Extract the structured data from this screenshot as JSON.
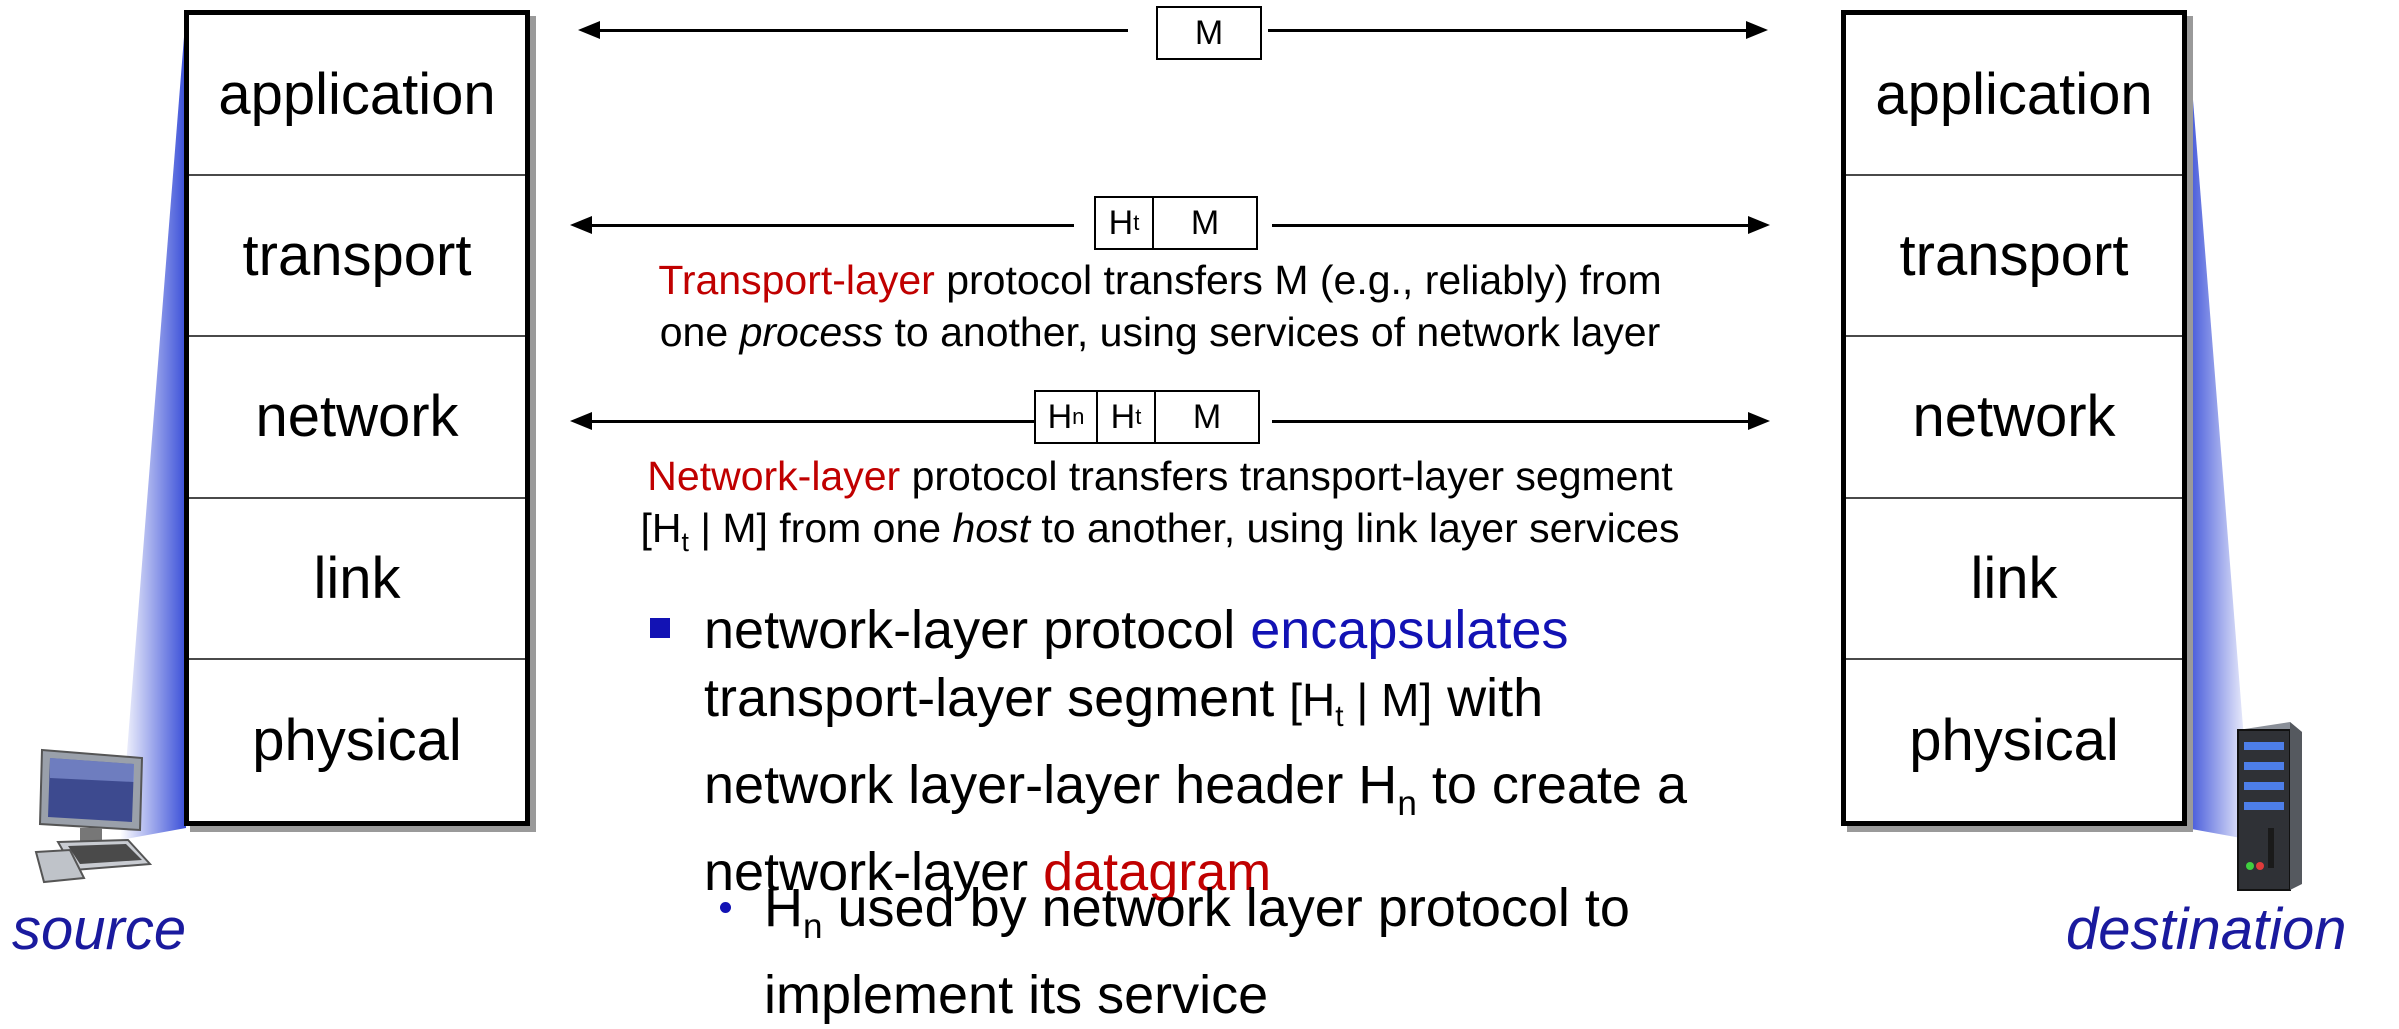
{
  "source_stack": {
    "label": "source",
    "layers": [
      "application",
      "transport",
      "network",
      "link",
      "physical"
    ]
  },
  "destination_stack": {
    "label": "destination",
    "layers": [
      "application",
      "transport",
      "network",
      "link",
      "physical"
    ]
  },
  "packets": {
    "application": {
      "m": "M"
    },
    "transport": {
      "h": "H",
      "h_sub": "t",
      "m": "M"
    },
    "network": {
      "hn": "H",
      "hn_sub": "n",
      "ht": "H",
      "ht_sub": "t",
      "m": "M"
    }
  },
  "transport_desc": {
    "highlight": "Transport-layer",
    "line1_rest": " protocol transfers M (e.g., reliably) from",
    "line2_a": "one ",
    "line2_italic": "process",
    "line2_b": " to another, using services of network layer"
  },
  "network_desc": {
    "highlight": "Network-layer",
    "line1_rest": " protocol transfers transport-layer segment",
    "line2_a": "[H",
    "line2_sub": "t",
    "line2_b": " | M] from one ",
    "line2_italic": "host",
    "line2_c": " to another, using link layer services"
  },
  "bullets": {
    "b1_l1_a": "network-layer protocol ",
    "b1_l1_blue": "encapsulates",
    "b1_l2_a": "transport-layer segment  ",
    "b1_l2_seg_a": "[H",
    "b1_l2_seg_sub": "t",
    "b1_l2_seg_b": " | M]",
    "b1_l2_c": " with",
    "b1_l3_a": "network layer-layer header H",
    "b1_l3_sub": "n",
    "b1_l3_b": "  to create a",
    "b1_l4_a": "network-layer ",
    "b1_l4_red": "datagram",
    "b2_l1_a": "H",
    "b2_l1_sub": "n",
    "b2_l1_b": "  used by network layer protocol to",
    "b2_l2": "implement its service"
  },
  "colors": {
    "highlight_red": "#c00000",
    "highlight_blue": "#1212b4",
    "endpoint_label": "#1a1a9e"
  }
}
